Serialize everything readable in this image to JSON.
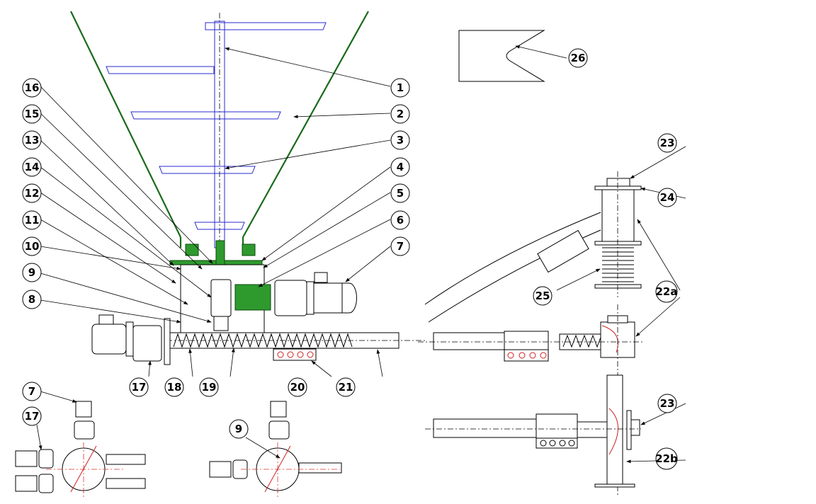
{
  "drawing": {
    "title": "Hopper with agitator and screw conveyor - assembly drawing",
    "colors": {
      "hopper": "#1a6a1a",
      "agitator": "#2a2ad0",
      "centerline_red": "#d02020",
      "outline": "#000000"
    },
    "callouts": {
      "c1": "1",
      "c2": "2",
      "c3": "3",
      "c4": "4",
      "c5": "5",
      "c6": "6",
      "c7": "7",
      "c8": "8",
      "c9": "9",
      "c10": "10",
      "c11": "11",
      "c12": "12",
      "c13": "13",
      "c14": "14",
      "c15": "15",
      "c16": "16",
      "c17": "17",
      "c18": "18",
      "c19": "19",
      "c20": "20",
      "c21": "21",
      "c22a": "22a",
      "c22b": "22b",
      "c23": "23",
      "c23b": "23",
      "c24": "24",
      "c25": "25",
      "c26": "26",
      "c7b": "7",
      "c17b": "17",
      "c9b": "9"
    }
  }
}
